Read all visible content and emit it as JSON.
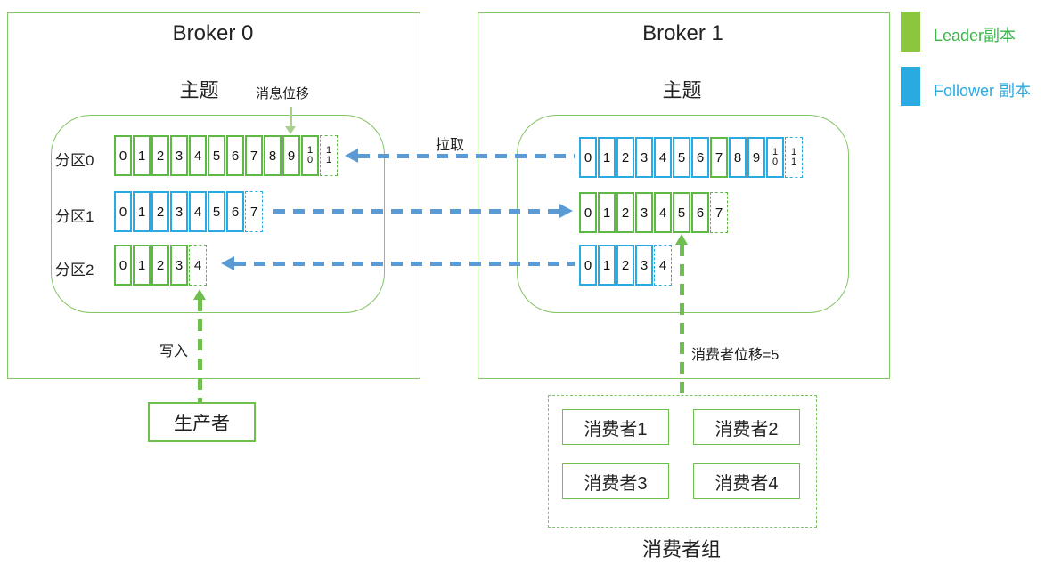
{
  "legend": {
    "leader_label": "Leader副本",
    "follower_label": "Follower 副本",
    "leader_color": "#8cc63f",
    "follower_color": "#29abe2"
  },
  "colors": {
    "pull_arrow_blue": "#5b9bd5",
    "flow_arrow_green": "#6fbf4f",
    "offset_arrow_light_green": "#a9d18e",
    "cell_green": "#5db944",
    "cell_blue": "#29abe2",
    "box_green": "#84c566"
  },
  "broker0": {
    "title": "Broker 0",
    "topic_label": "主题",
    "message_offset_label": "消息位移",
    "partitions": [
      {
        "label": "分区0",
        "replica": "leader",
        "cells": [
          "0",
          "1",
          "2",
          "3",
          "4",
          "5",
          "6",
          "7",
          "8",
          "9",
          "10"
        ],
        "dashed_cell": "11"
      },
      {
        "label": "分区1",
        "replica": "follower",
        "cells": [
          "0",
          "1",
          "2",
          "3",
          "4",
          "5",
          "6"
        ],
        "dashed_cell": "7"
      },
      {
        "label": "分区2",
        "replica": "leader",
        "cells": [
          "0",
          "1",
          "2",
          "3"
        ],
        "dashed_cell": "4"
      }
    ]
  },
  "broker1": {
    "title": "Broker 1",
    "topic_label": "主题",
    "partitions": [
      {
        "replica": "follower",
        "cells": [
          "0",
          "1",
          "2",
          "3",
          "4",
          "5",
          "6",
          "7",
          "8",
          "9",
          "10"
        ],
        "dashed_cell": "11",
        "leader_styled_cell_index": 7
      },
      {
        "replica": "leader",
        "cells": [
          "0",
          "1",
          "2",
          "3",
          "4",
          "5",
          "6"
        ],
        "dashed_cell": "7"
      },
      {
        "replica": "follower",
        "cells": [
          "0",
          "1",
          "2",
          "3"
        ],
        "dashed_cell": "4"
      }
    ]
  },
  "arrows": {
    "pull_label": "拉取",
    "write_label": "写入",
    "consumer_offset_label": "消费者位移=5"
  },
  "producer": {
    "label": "生产者"
  },
  "consumer_group": {
    "label": "消费者组",
    "consumers": [
      {
        "label": "消费者1"
      },
      {
        "label": "消费者2"
      },
      {
        "label": "消费者3"
      },
      {
        "label": "消费者4"
      }
    ]
  }
}
